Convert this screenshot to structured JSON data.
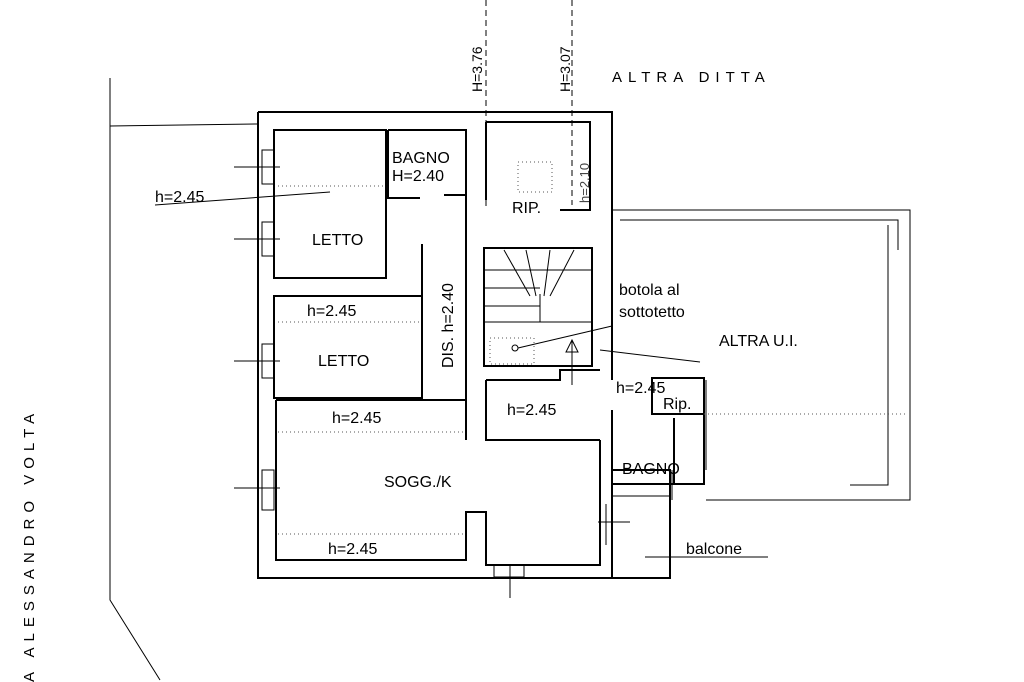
{
  "plan": {
    "neighbour_north": "ALTRA DITTA",
    "street_label": "A ALESSANDRO VOLTA",
    "section_mark_1": "H=3.76",
    "section_mark_2": "H=3.07",
    "rooms": {
      "bagno_top": "BAGNO",
      "bagno_top_height": "H=2.40",
      "ripostiglio": "RIP.",
      "ripostiglio_height": "h=2.10",
      "letto_1": "LETTO",
      "letto_1_height": "h=2.45",
      "letto_2": "LETTO",
      "letto_2_height": "h=2.45",
      "disimpegno": "DIS. h=2.40",
      "soggiorno": "SOGG./K",
      "soggiorno_height_top": "h=2.45",
      "soggiorno_height_bottom": "h=2.45",
      "entry_height": "h=2.45",
      "small_rip_height": "h=2.45",
      "small_rip": "Rip.",
      "bagno_bottom": "BAGNO",
      "balcone": "balcone"
    },
    "notes": {
      "hatch_line1": "botola al",
      "hatch_line2": "sottotetto",
      "other_unit": "ALTRA U.I."
    }
  }
}
